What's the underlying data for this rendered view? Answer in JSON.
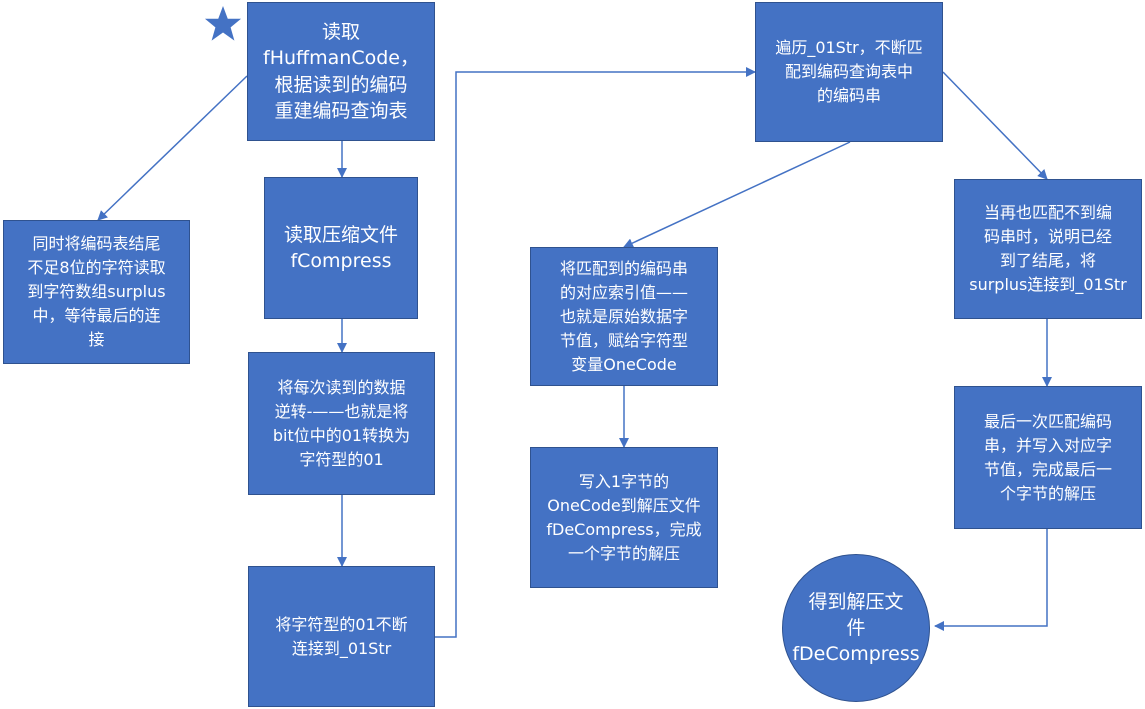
{
  "diagram": {
    "nodes": {
      "n1": "读取\nfHuffmanCode，\n根据读到的编码\n重建编码查询表",
      "n2": "同时将编码表结尾\n不足8位的字符读取\n到字符数组surplus\n中，等待最后的连\n接",
      "n3": "读取压缩文件\nfCompress",
      "n4": "将每次读到的数据\n逆转-——也就是将\nbit位中的01转换为\n字符型的01",
      "n5": "将字符型的01不断\n连接到_01Str",
      "n6": "遍历_01Str，不断匹\n配到编码查询表中\n的编码串",
      "n7": "将匹配到的编码串\n的对应索引值——\n也就是原始数据字\n节值，赋给字符型\n变量OneCode",
      "n8": "写入1字节的\nOneCode到解压文件\nfDeCompress，完成\n一个字节的解压",
      "n9": "当再也匹配不到编\n码串时，说明已经\n到了结尾，将\nsurplus连接到_01Str",
      "n10": "最后一次匹配编码\n串，并写入对应字\n节值，完成最后一\n个字节的解压",
      "n11": "得到解压文\n件\nfDeCompress"
    },
    "edges": [
      {
        "from": "n1",
        "to": "n2"
      },
      {
        "from": "n1",
        "to": "n3"
      },
      {
        "from": "n3",
        "to": "n4"
      },
      {
        "from": "n4",
        "to": "n5"
      },
      {
        "from": "n5",
        "to": "n6"
      },
      {
        "from": "n6",
        "to": "n7"
      },
      {
        "from": "n7",
        "to": "n8"
      },
      {
        "from": "n6",
        "to": "n9"
      },
      {
        "from": "n9",
        "to": "n10"
      },
      {
        "from": "n10",
        "to": "n11"
      }
    ],
    "start_marker": "star-icon",
    "colors": {
      "node_fill": "#4472C4",
      "node_border": "#2F528F",
      "edge": "#4472C4",
      "text": "#FFFFFF"
    }
  }
}
